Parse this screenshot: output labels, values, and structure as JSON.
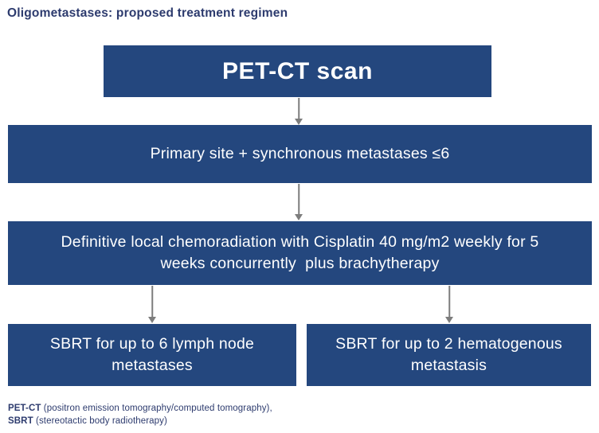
{
  "page": {
    "title": "Oligometastases: proposed treatment regimen"
  },
  "colors": {
    "node_fill": "#24477e",
    "node_text": "#ffffff",
    "heading_text": "#2d3b6e",
    "arrow": "#7d7d7d",
    "background": "#ffffff"
  },
  "flowchart": {
    "nodes": {
      "petct": {
        "label": "PET-CT scan"
      },
      "primary": {
        "label": "Primary site + synchronous metastases ≤6"
      },
      "chemoradiation": {
        "label": "Definitive local chemoradiation with Cisplatin 40 mg/m2 weekly for 5 weeks concurrently  plus brachytherapy"
      },
      "sbrt_lymph": {
        "label": "SBRT for up to 6 lymph node metastases"
      },
      "sbrt_hematogenous": {
        "label": "SBRT for up to 2 hematogenous metastasis"
      }
    }
  },
  "footnotes": {
    "petct": {
      "abbr": "PET-CT",
      "rest": " (positron emission tomography/computed tomography),"
    },
    "sbrt": {
      "abbr": "SBRT",
      "rest": " (stereotactic body radiotherapy)"
    }
  }
}
